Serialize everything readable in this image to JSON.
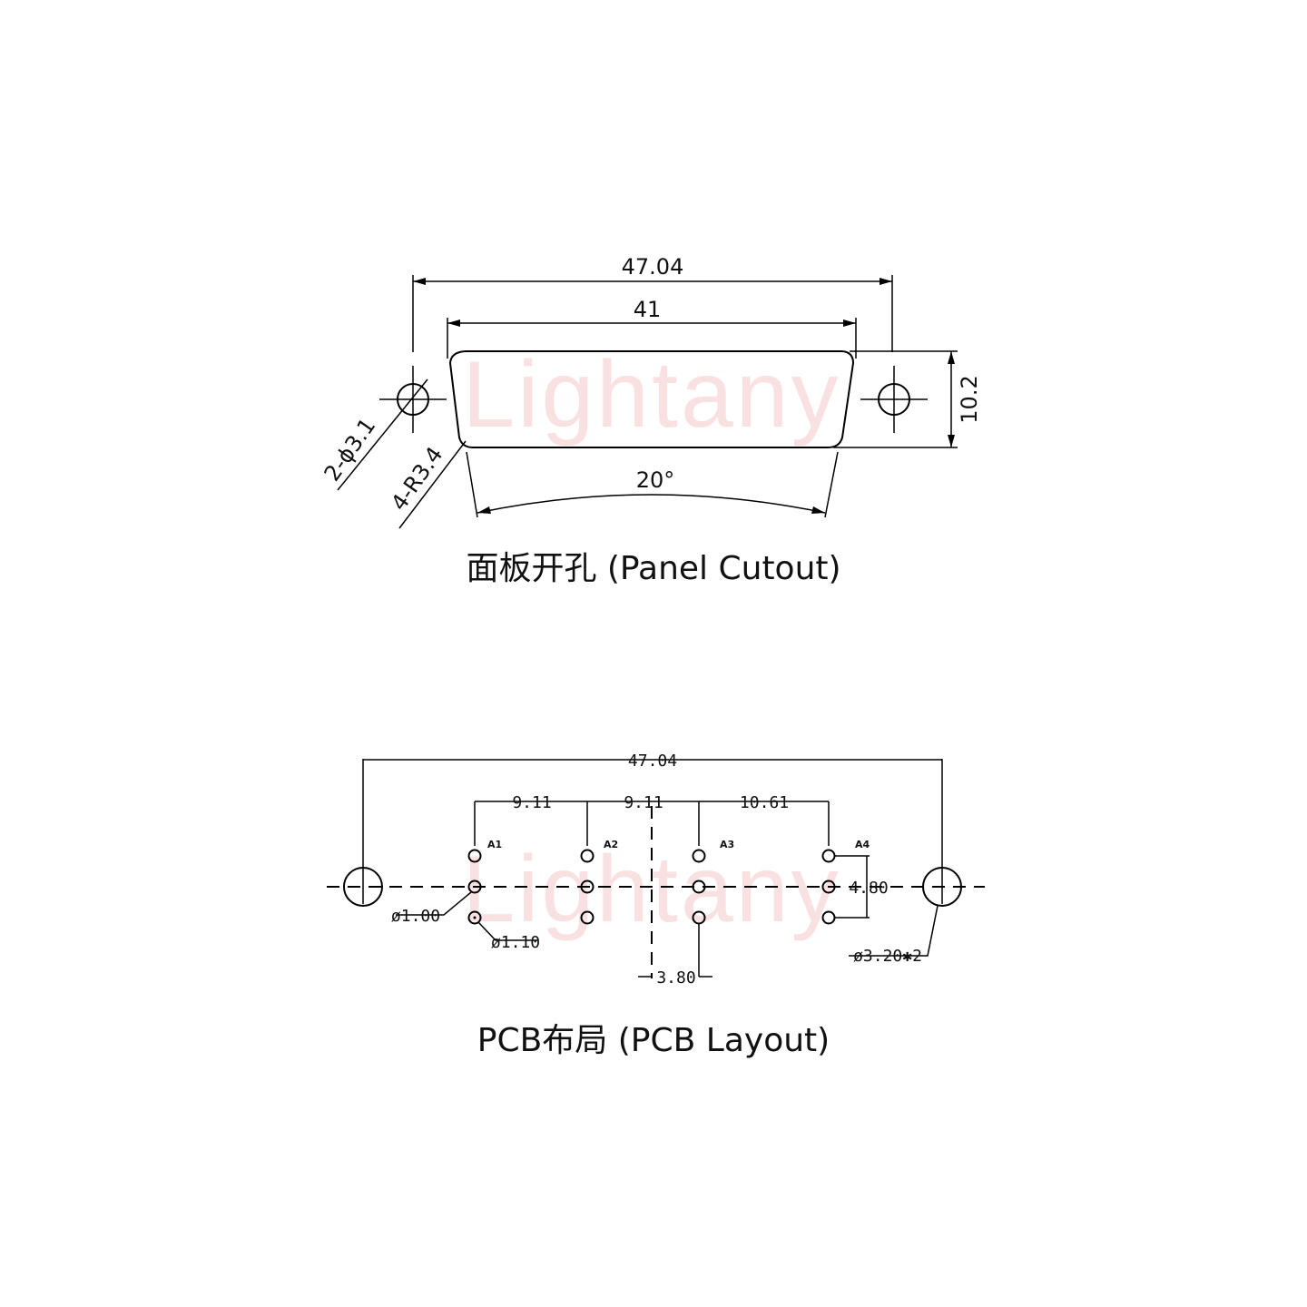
{
  "watermark": "Lightany",
  "panel_cutout": {
    "caption": "面板开孔 (Panel Cutout)",
    "dimensions": {
      "overall_width": "47.04",
      "cutout_width": "41",
      "height": "10.2",
      "mounting_holes": "2-ϕ3.1",
      "corner_radius": "4-R3.4",
      "angle": "20°"
    }
  },
  "pcb_layout": {
    "caption": "PCB布局 (PCB Layout)",
    "dimensions": {
      "overall_width": "47.04",
      "pitch_1": "9.11",
      "pitch_2": "9.11",
      "pitch_3": "10.61",
      "row_spacing": "4.80",
      "offset": "3.80",
      "signal_pin_dia": "ø1.00",
      "board_lock_dia": "ø1.10",
      "mount_hole_dia": "ø3.20✱2"
    },
    "pin_labels": [
      "A1",
      "A2",
      "A3",
      "A4"
    ]
  }
}
